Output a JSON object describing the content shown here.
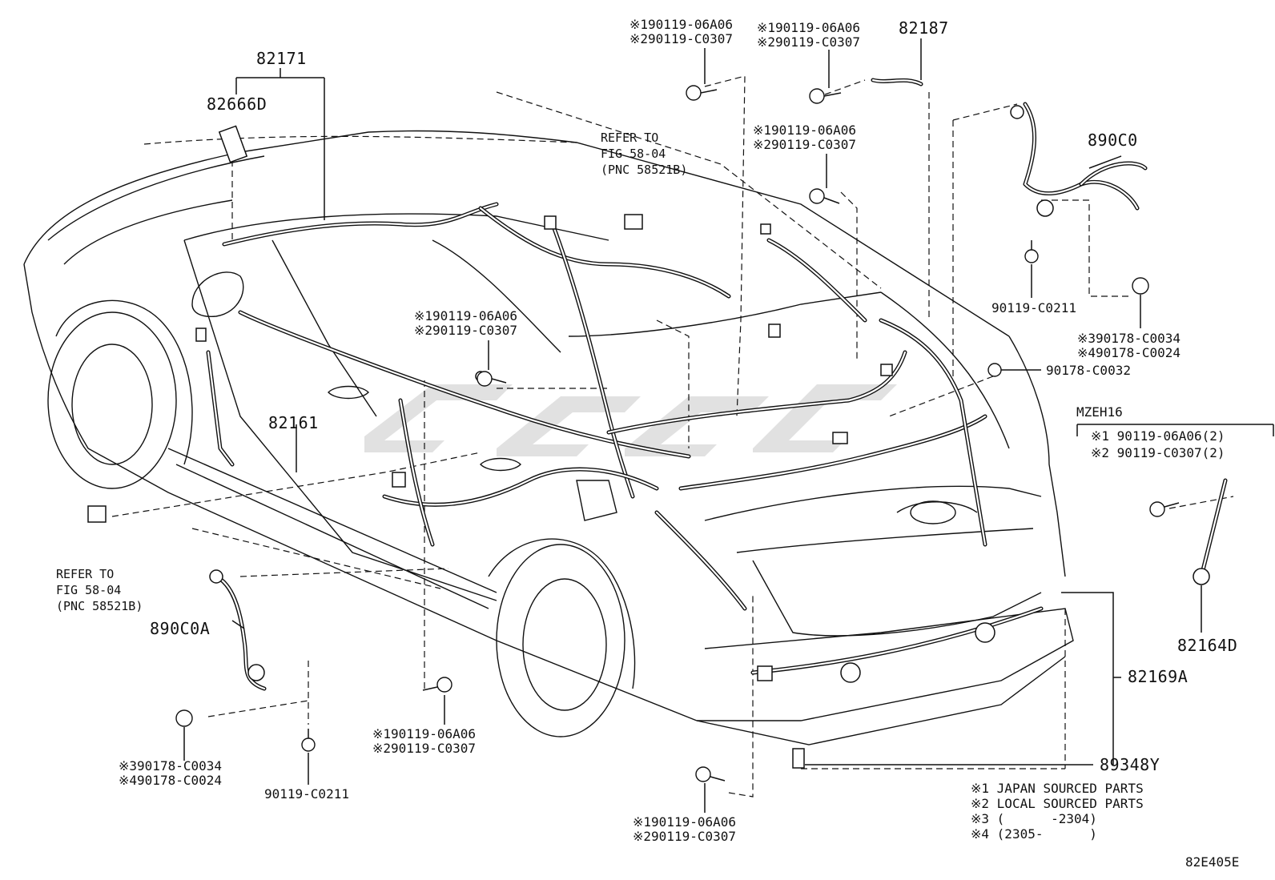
{
  "parts": {
    "p82171": "82171",
    "p82666D": "82666D",
    "p82161": "82161",
    "p82187": "82187",
    "p890C0": "890C0",
    "p890C0A": "890C0A",
    "p82164D": "82164D",
    "p82169A": "82169A",
    "p89348Y": "89348Y"
  },
  "refer_fig": {
    "top": [
      "REFER TO",
      "FIG 58-04",
      "(PNC 58521B)"
    ],
    "left": [
      "REFER TO",
      "FIG 58-04",
      "(PNC 58521B)"
    ]
  },
  "bolt_labels": {
    "top_center_1": "※190119-06A06",
    "top_center_2": "※290119-C0307",
    "top_right_1": "※190119-06A06",
    "top_right_2": "※290119-C0307",
    "mid_right_1": "※190119-06A06",
    "mid_right_2": "※290119-C0307",
    "mid_left_1": "※190119-06A06",
    "mid_left_2": "※290119-C0307",
    "bottom_center_1": "※190119-06A06",
    "bottom_center_2": "※290119-C0307",
    "bottom_mid_1": "※190119-06A06",
    "bottom_mid_2": "※290119-C0307",
    "right_c0211": "90119-C0211",
    "left_c0211": "90119-C0211",
    "right_clip_1": "※390178-C0034",
    "right_clip_2": "※490178-C0024",
    "left_clip_1": "※390178-C0034",
    "left_clip_2": "※490178-C0024",
    "c0032": "90178-C0032"
  },
  "model_box": {
    "model": "MZEH16",
    "line1": "※1 90119-06A06(2)",
    "line2": "※2 90119-C0307(2)"
  },
  "legend": [
    "※1 JAPAN SOURCED PARTS",
    "※2 LOCAL SOURCED PARTS",
    "※3 (      -2304)",
    "※4 (2305-      )"
  ],
  "figure_code": "82E405E"
}
